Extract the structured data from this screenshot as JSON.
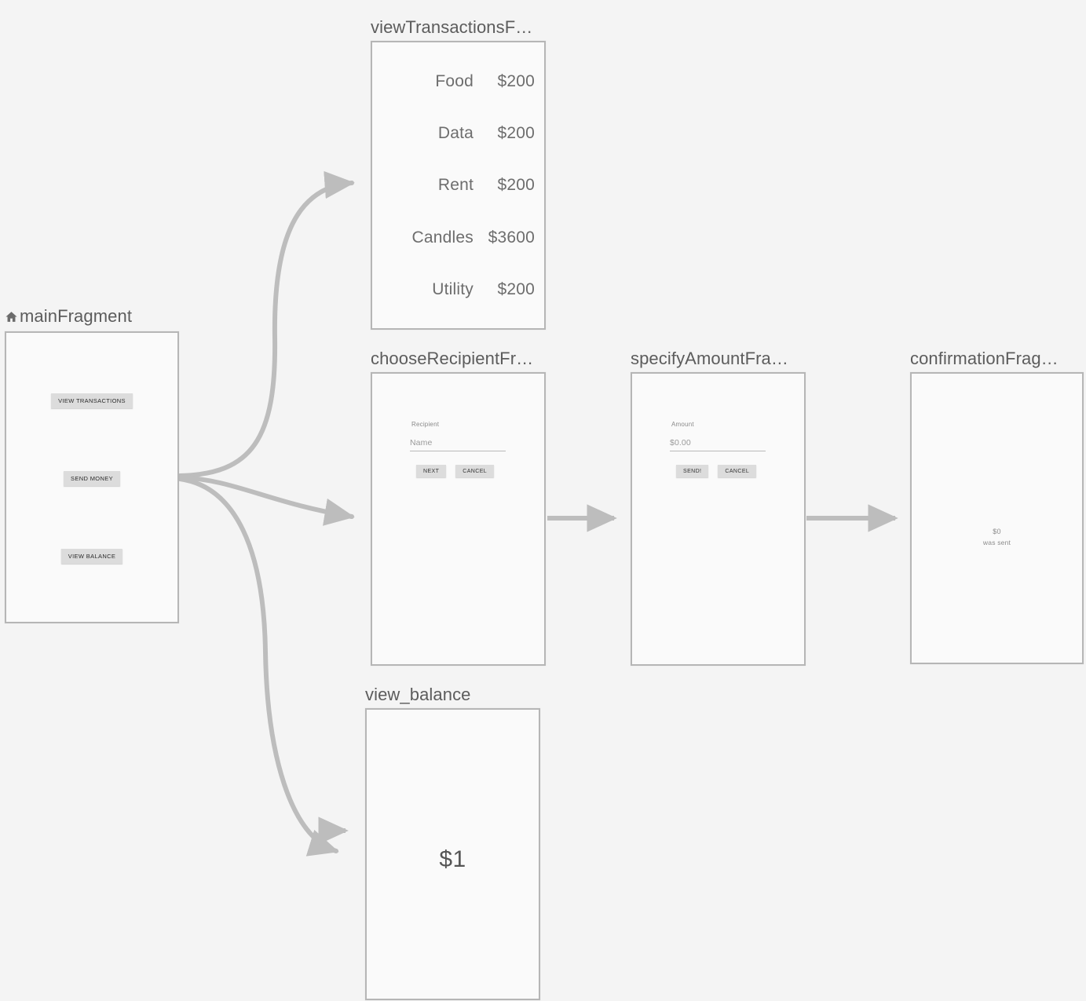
{
  "editor": {
    "kind": "navigation-graph",
    "background_color": "#f4f4f4",
    "frame_border_color": "#b6b6b6",
    "edge_color": "#bdbdbd",
    "title_color": "#5c5c5c"
  },
  "nodes": {
    "main": {
      "title": "mainFragment",
      "start_icon": "home-icon",
      "is_start_destination": true,
      "buttons": [
        {
          "label": "VIEW TRANSACTIONS"
        },
        {
          "label": "SEND MONEY"
        },
        {
          "label": "VIEW BALANCE"
        }
      ]
    },
    "view_transactions": {
      "title": "viewTransactionsF…",
      "transactions": [
        {
          "name": "Food",
          "amount": "$200"
        },
        {
          "name": "Data",
          "amount": "$200"
        },
        {
          "name": "Rent",
          "amount": "$200"
        },
        {
          "name": "Candles",
          "amount": "$3600"
        },
        {
          "name": "Utility",
          "amount": "$200"
        }
      ]
    },
    "choose_recipient": {
      "title": "chooseRecipientFr…",
      "field_label": "Recipient",
      "field_placeholder": "Name",
      "primary_button": "NEXT",
      "secondary_button": "CANCEL"
    },
    "specify_amount": {
      "title": "specifyAmountFra…",
      "field_label": "Amount",
      "field_placeholder": "$0.00",
      "primary_button": "SEND!",
      "secondary_button": "CANCEL"
    },
    "confirmation": {
      "title": "confirmationFrag…",
      "amount": "$0",
      "subtitle": "was sent"
    },
    "view_balance": {
      "title": "view_balance",
      "balance": "$1"
    }
  },
  "edges": [
    {
      "from": "main",
      "to": "view_transactions"
    },
    {
      "from": "main",
      "to": "choose_recipient"
    },
    {
      "from": "main",
      "to": "view_balance"
    },
    {
      "from": "choose_recipient",
      "to": "specify_amount"
    },
    {
      "from": "specify_amount",
      "to": "confirmation"
    },
    {
      "from": "main",
      "to": "view_balance"
    }
  ]
}
